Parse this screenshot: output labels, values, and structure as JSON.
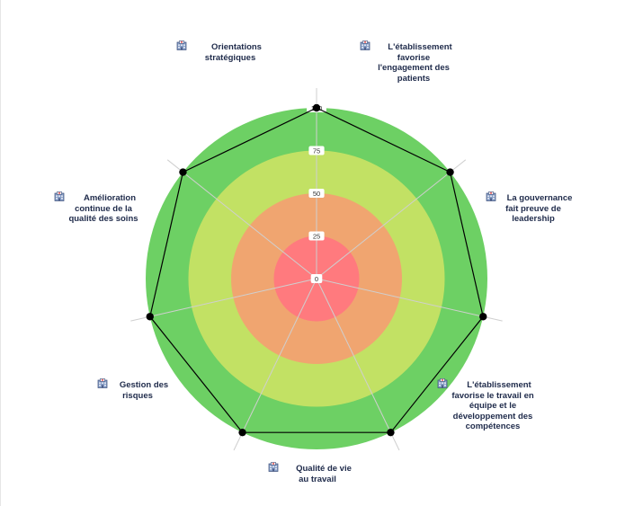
{
  "chart_data": {
    "type": "radar",
    "axes": [
      "Orientations stratégiques",
      "L'établissement favorise l'engagement des patients",
      "La gouvernance fait preuve de leadership",
      "L'établissement favorise le travail en équipe et le développement des compétences",
      "Qualité de vie au travail",
      "Gestion des risques",
      "Amélioration continue de la qualité des soins"
    ],
    "axis_label_lines": [
      [
        "Orientations",
        "stratégiques"
      ],
      [
        "L'établissement",
        "favorise",
        "l'engagement des",
        "patients"
      ],
      [
        "La gouvernance",
        "fait preuve de",
        "leadership"
      ],
      [
        "L'établissement",
        "favorise le travail en",
        "équipe et le",
        "développement des",
        "compétences"
      ],
      [
        "Qualité de vie",
        "au travail"
      ],
      [
        "Gestion des",
        "risques"
      ],
      [
        "Amélioration",
        "continue de la",
        "qualité des soins"
      ]
    ],
    "axis_icon": "hospital-icon",
    "values": [
      100,
      100,
      100,
      100,
      100,
      100,
      100
    ],
    "range": [
      0,
      100
    ],
    "ticks": [
      "0",
      "25",
      "50",
      "75",
      "100"
    ],
    "bands": [
      {
        "from": 0,
        "to": 25,
        "color": "#ff7a7e"
      },
      {
        "from": 25,
        "to": 50,
        "color": "#f0a570"
      },
      {
        "from": 50,
        "to": 75,
        "color": "#c2e164"
      },
      {
        "from": 75,
        "to": 100,
        "color": "#6dd064"
      }
    ],
    "series_color": "#000000",
    "spoke_color": "#cfcfcf",
    "grid": true,
    "legend": "none"
  }
}
